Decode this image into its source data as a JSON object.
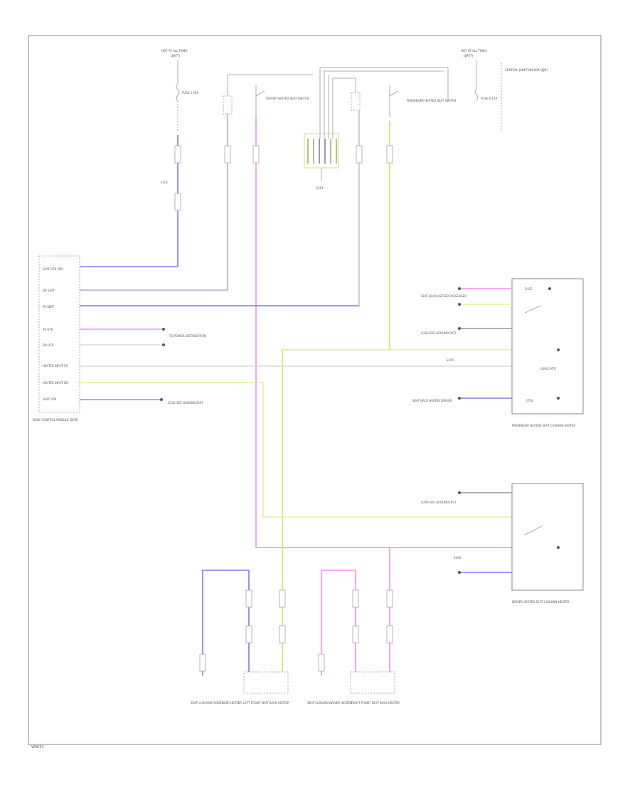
{
  "diagram": {
    "footer_code": "W0031",
    "colors": {
      "blue": "#7c7cf0",
      "purple": "#a9a9f4",
      "pink": "#f08ef0",
      "green": "#c0ec60",
      "yellow": "#eeeaa4",
      "white": "#d8d8d8",
      "gray": "#999999",
      "dark": "#555555"
    },
    "labels": {
      "hot_left": "HOT AT ALL TIMES",
      "hot_left_sub": "(BATT)",
      "hot_right": "HOT AT ALL TIMES",
      "hot_right_sub": "(BATT)",
      "fuse_left": "FUSE 5 20A",
      "fuse_right": "FUSE 6 15A",
      "driver_heated_seat": "DRIVER HEATED SEAT SWITCH",
      "passenger_heated_seat": "PASSENGER HEATED SEAT SWITCH",
      "central_junction": "CENTRAL JUNCTION BOX (BJB)",
      "splice_s101": "S101",
      "g201": "G201",
      "bcm_title": "BODY CONTROL MODULE (BCM)",
      "bcm_pins": [
        "SEAT HTR DRV",
        "DR SEAT",
        "PS SEAT",
        "PS HTR",
        "DR HTR",
        "HEATER INPUT PS",
        "HEATER INPUT DR",
        "SEAT RTN"
      ],
      "to_bcm_ground": "TO POWER DISTRIBUTION",
      "ground_g202": "G202 SEE GROUND DIST",
      "passenger_seat_module": "PASSENGER HEATED SEAT CUSHION HEATER",
      "driver_seat_module": "DRIVER HEATED SEAT CUSHION HEATER",
      "seat_back_top": "SEAT BACK HEATER PASSENGER",
      "seat_back_bottom": "SEAT BACK HEATER DRIVER",
      "ground_dist_1": "G203 SEE GROUND DIST",
      "ground_dist_2": "G204 SEE GROUND DIST",
      "s205": "S205",
      "s206": "S206",
      "bottom_1": "SEAT CUSHION PASSENGER HEATER",
      "bottom_2": "LEFT FRONT SEAT BACK HEATER",
      "bottom_3": "SEAT CUSHION DRIVER HEATER",
      "bottom_4": "RIGHT FRONT SEAT BACK HEATER",
      "module_text_1": "FUSE",
      "module_text_2": "LOGIC HTR",
      "module_text_3": "CTRL"
    }
  }
}
